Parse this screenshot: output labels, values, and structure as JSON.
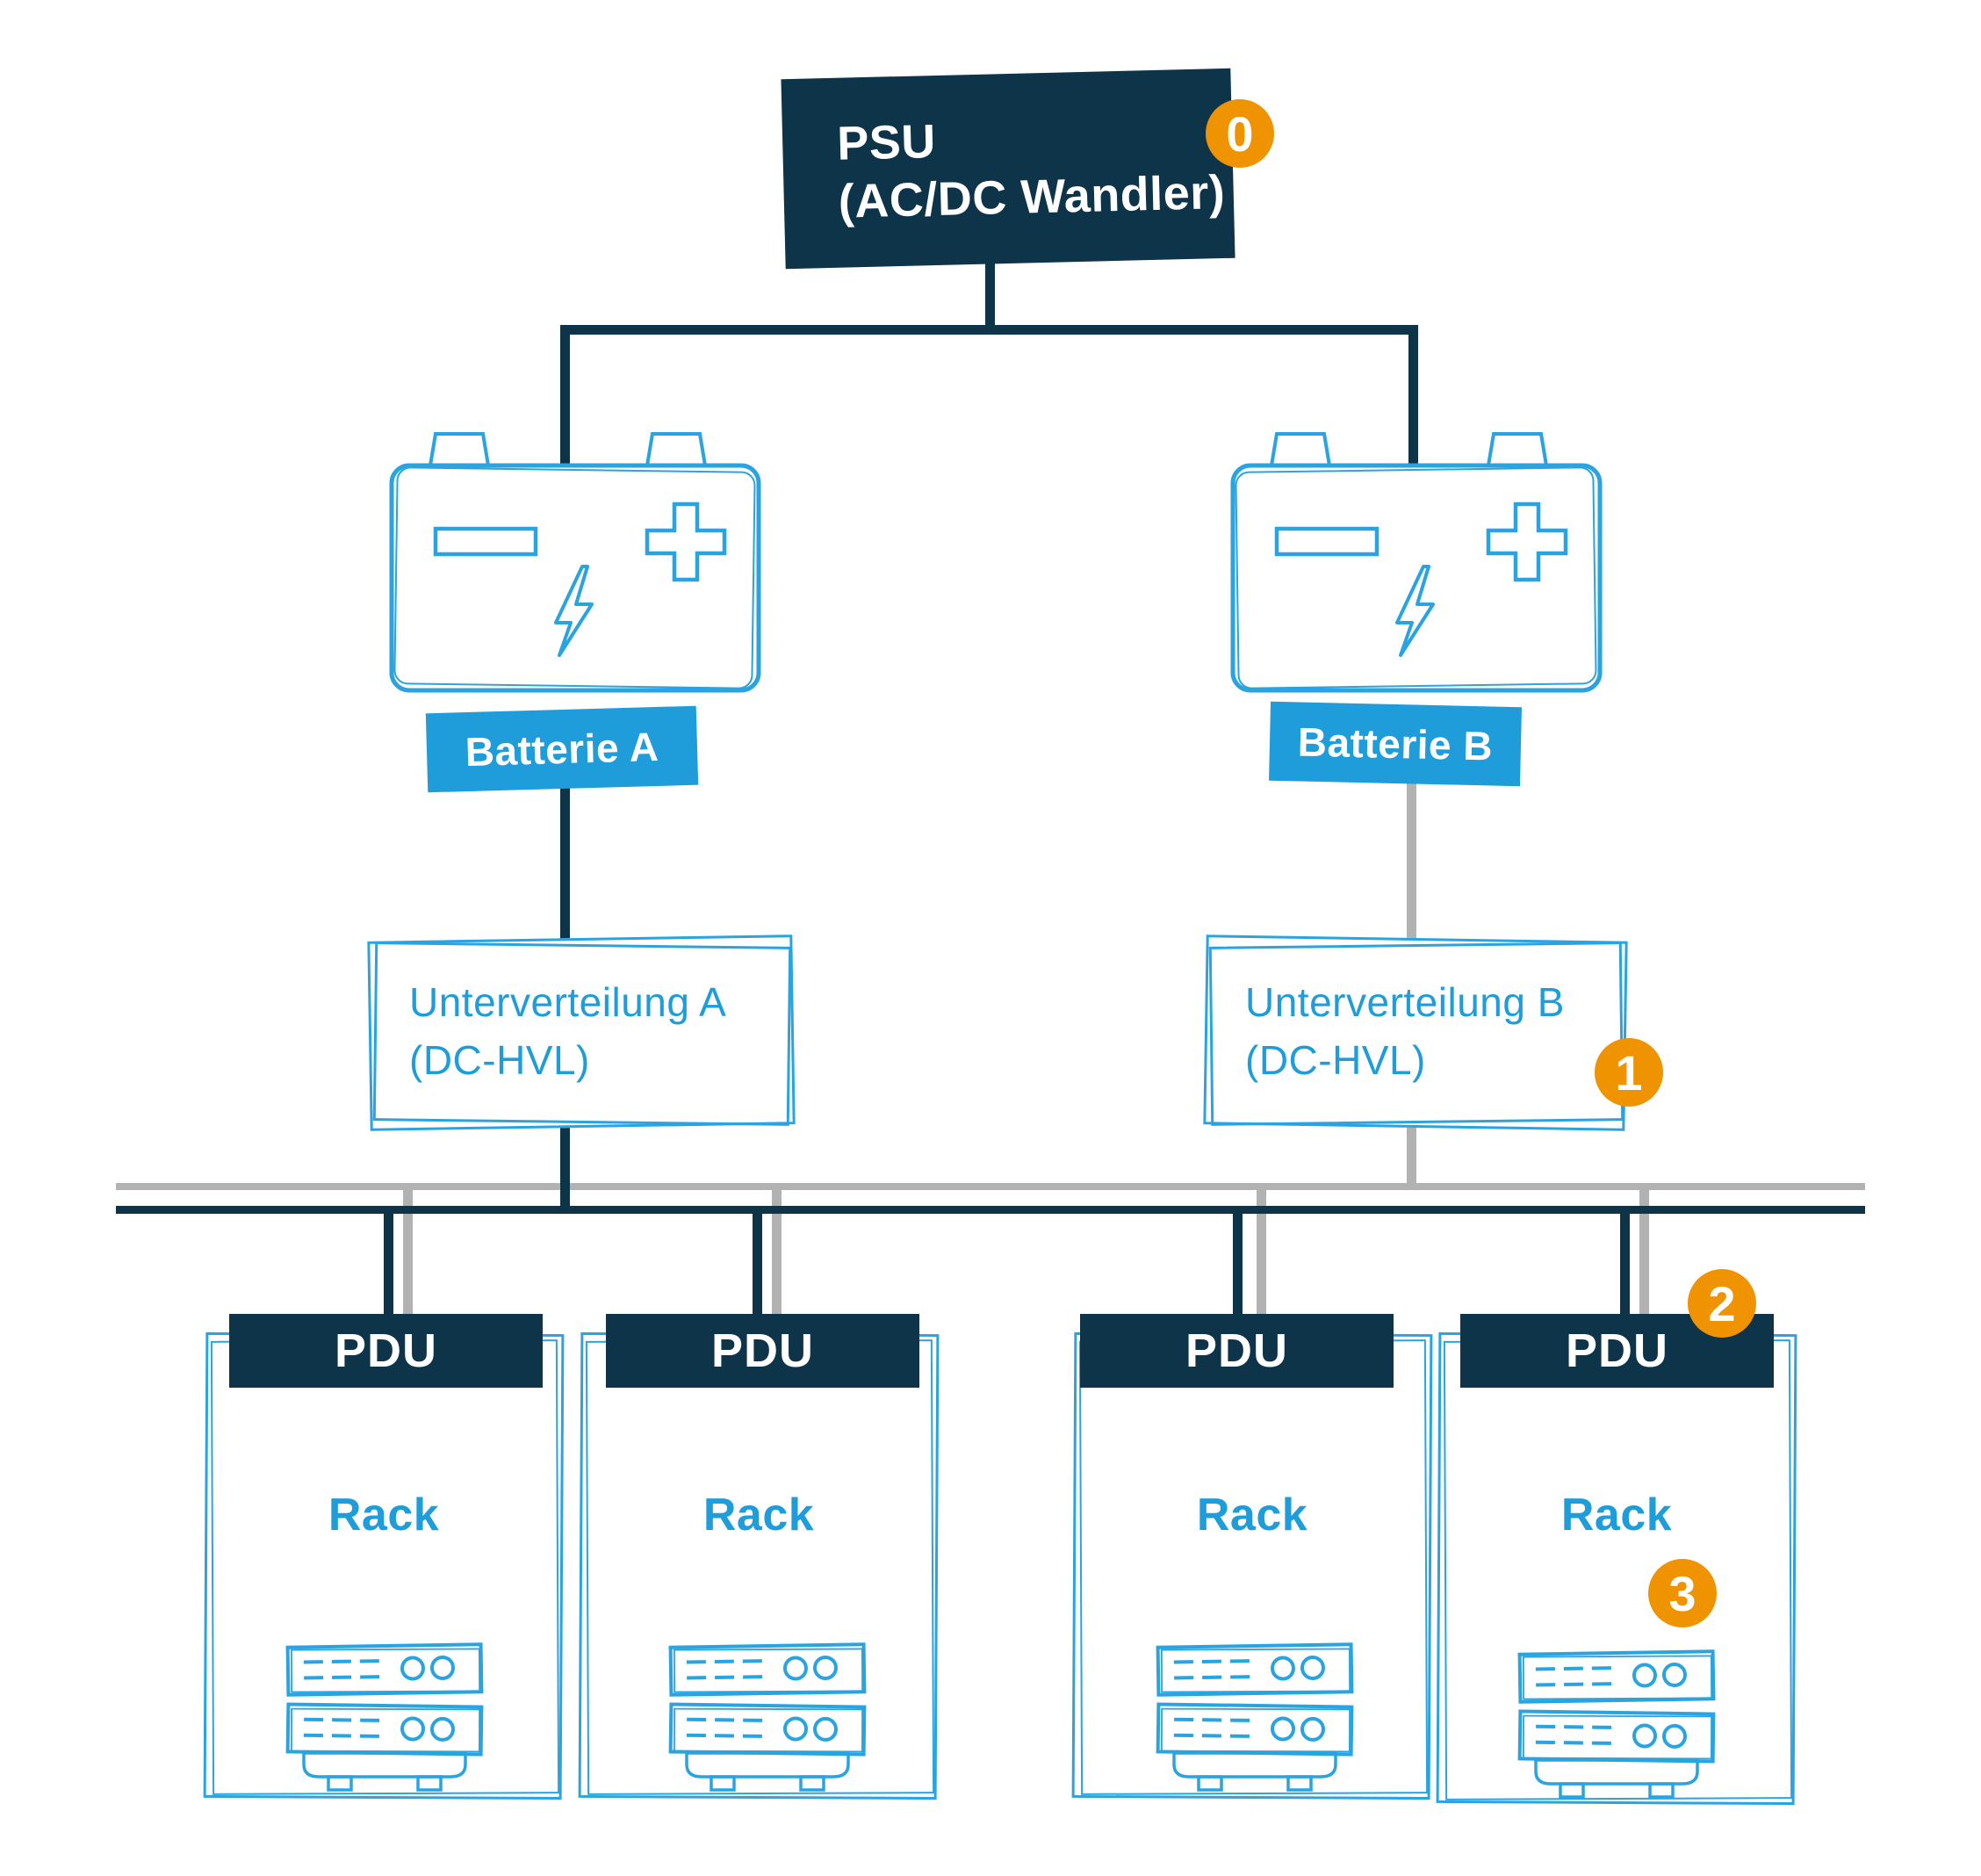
{
  "diagram": {
    "psu": {
      "line1": "PSU",
      "line2": "(AC/DC Wandler)",
      "badge": "0"
    },
    "battery_a": {
      "label": "Batterie A"
    },
    "battery_b": {
      "label": "Batterie B"
    },
    "subdist_a": {
      "line1": "Unterverteilung A",
      "line2": "(DC-HVL)"
    },
    "subdist_b": {
      "line1": "Unterverteilung B",
      "line2": "(DC-HVL)",
      "badge": "1"
    },
    "racks": [
      {
        "pdu_label": "PDU",
        "rack_label": "Rack"
      },
      {
        "pdu_label": "PDU",
        "rack_label": "Rack"
      },
      {
        "pdu_label": "PDU",
        "rack_label": "Rack"
      },
      {
        "pdu_label": "PDU",
        "rack_label": "Rack",
        "pdu_badge": "2",
        "rack_badge": "3"
      }
    ],
    "colors": {
      "navy": "#0e344a",
      "orange": "#ef9300",
      "blue": "#1f9dda",
      "outline": "#2aa3e1",
      "gray": "#b2b2b2"
    }
  }
}
